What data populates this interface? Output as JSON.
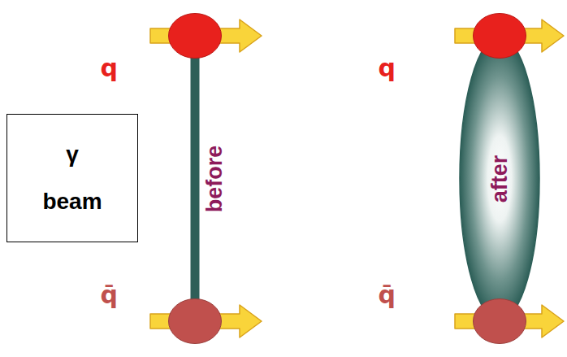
{
  "diagram": {
    "nodes": [
      {
        "text": [
          "γ beam"
        ]
      },
      {
        "text": [
          "q"
        ]
      },
      {
        "text": [
          "q̄"
        ]
      },
      {
        "text": [
          "q"
        ]
      },
      {
        "text": [
          "q̄"
        ]
      },
      {
        "text": [
          "after"
        ]
      }
    ],
    "edges": [
      {
        "from": 1,
        "to": 2,
        "arrow": "none",
        "label": "before"
      }
    ]
  }
}
